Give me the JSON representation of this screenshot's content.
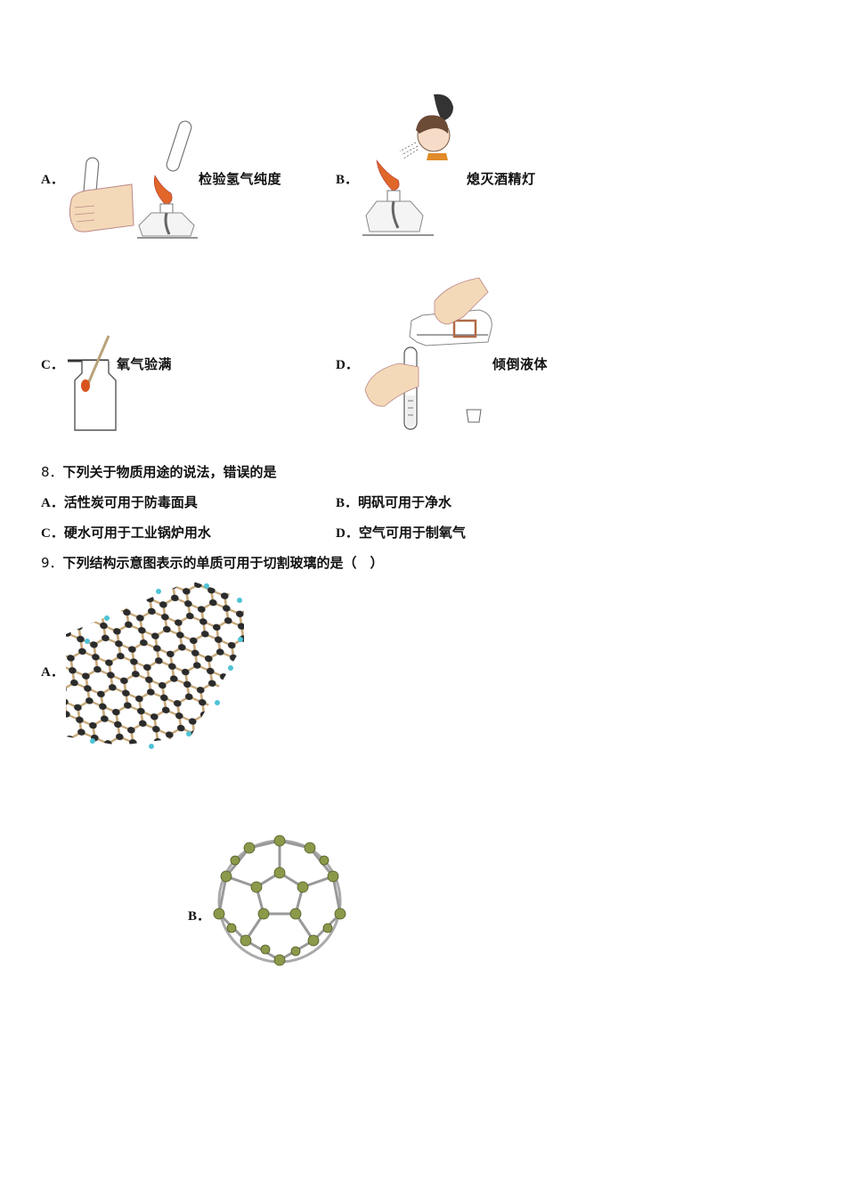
{
  "q7_options": {
    "A": {
      "letter": "A．",
      "caption": "检验氢气纯度",
      "image": "hand-holding-test-tube-over-alcohol-lamp"
    },
    "B": {
      "letter": "B．",
      "caption": "熄灭酒精灯",
      "image": "girl-blowing-out-alcohol-lamp"
    },
    "C": {
      "letter": "C．",
      "caption": "氧气验满",
      "image": "glowing-splint-at-gas-bottle-mouth"
    },
    "D": {
      "letter": "D．",
      "caption": "倾倒液体",
      "image": "pouring-liquid-from-bottle-into-test-tube"
    }
  },
  "q8": {
    "number": "8．",
    "stem": "下列关于物质用途的说法，错误的是",
    "options": [
      {
        "letter": "A．",
        "text": "活性炭可用于防毒面具"
      },
      {
        "letter": "B．",
        "text": "明矾可用于净水"
      },
      {
        "letter": "C．",
        "text": "硬水可用于工业锅炉用水"
      },
      {
        "letter": "D．",
        "text": "空气可用于制氧气"
      }
    ]
  },
  "q9": {
    "number": "9．",
    "stem": "下列结构示意图表示的单质可用于切割玻璃的是（　）",
    "options": [
      {
        "letter": "A．",
        "image": "graphene-hexagonal-lattice"
      },
      {
        "letter": "B．",
        "image": "c60-fullerene-ball"
      }
    ]
  },
  "colors": {
    "text": "#111111",
    "flame": "#d9541e",
    "skin": "#f3d9b8",
    "carbon": "#333333",
    "hydrogen": "#4fc3d6",
    "c60": "#8a9a4a"
  }
}
